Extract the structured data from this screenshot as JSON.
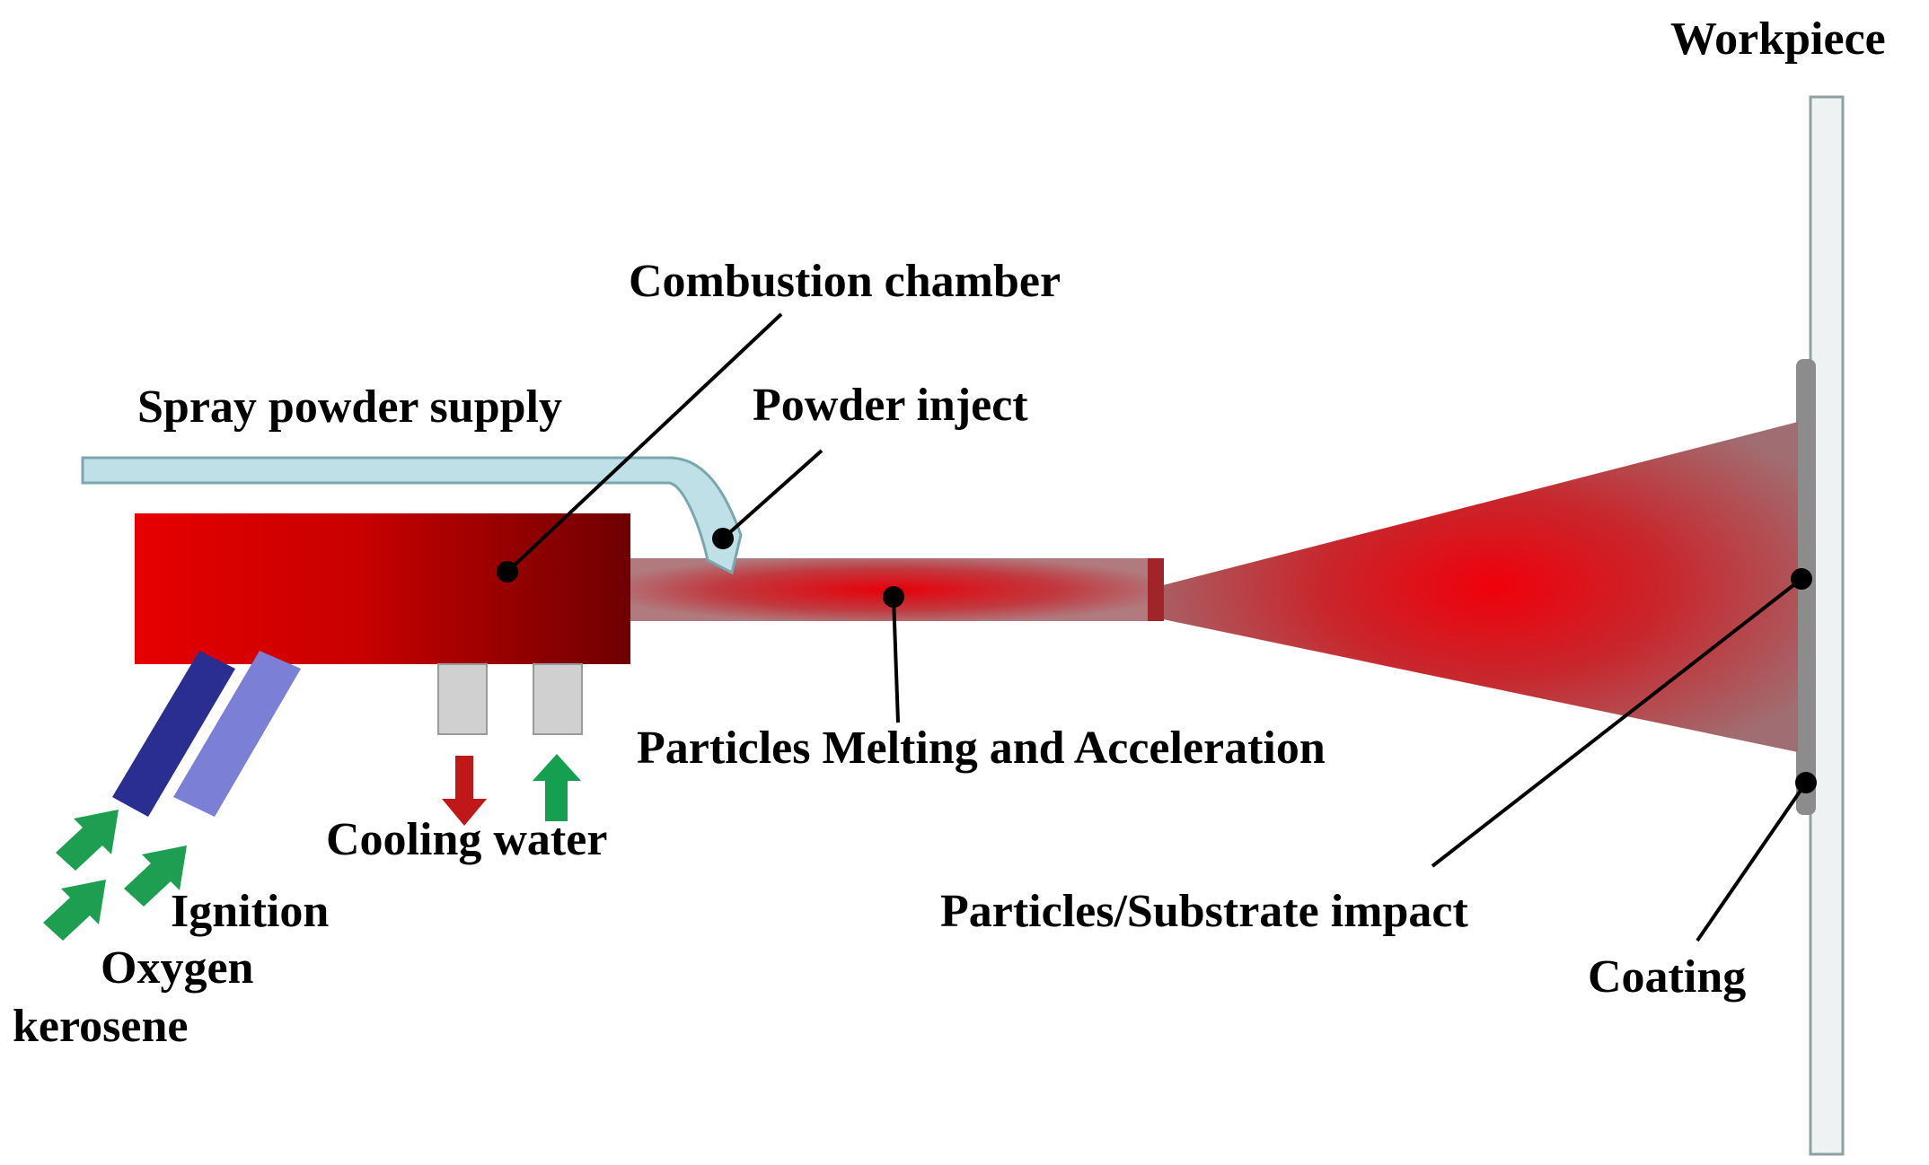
{
  "labels": {
    "workpiece": "Workpiece",
    "combustion_chamber": "Combustion chamber",
    "spray_powder_supply": "Spray powder supply",
    "powder_inject": "Powder inject",
    "particles_melting": "Particles Melting and Acceleration",
    "cooling_water": "Cooling water",
    "ignition": "Ignition",
    "oxygen": "Oxygen",
    "kerosene": "kerosene",
    "particles_substrate": "Particles/Substrate impact",
    "coating": "Coating"
  },
  "colors": {
    "chamber_start": "#e60000",
    "chamber_end": "#6e0000",
    "supply_pipe": "#bfe0e6",
    "flame_core": "#e8000a",
    "flame_edge": "#a86a6e",
    "workpiece": "#eef2f2",
    "coating": "#8c8c8c",
    "oxygen_pipe": "#2b2e91",
    "kerosene_pipe": "#7b7fd6",
    "water_pipe": "#d0d0d0",
    "water_out_arrow": "#c01818",
    "water_in_arrow": "#14a050",
    "fuel_arrow": "#1e9e50"
  }
}
